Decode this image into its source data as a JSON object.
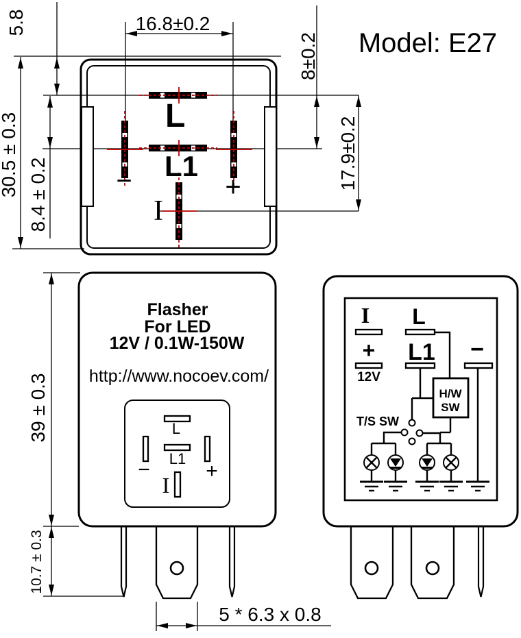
{
  "title": {
    "model": "Model: E27"
  },
  "colors": {
    "ink": "#000000",
    "pin_accent_red": "#c00000",
    "background": "#ffffff"
  },
  "top_view": {
    "pins": {
      "l": "L",
      "l1": "L1",
      "minus": "−",
      "plus": "+",
      "i": "I"
    },
    "dims": {
      "pin_span_width": "16.8±0.2",
      "top_edge_to_l": "5.8",
      "l_to_l1_right": "8±0.2",
      "l_to_i": "17.9±0.2",
      "body_width": "30.5 ± 0.3",
      "l_to_l1_left": "8.4 ± 0.2"
    }
  },
  "front_view": {
    "marking_line1": "Flasher",
    "marking_line2": "For LED",
    "marking_line3": "12V / 0.1W-150W",
    "marking_url": "http://www.nocoev.com/",
    "pins": {
      "l": "L",
      "l1": "L1",
      "minus": "−",
      "plus": "+",
      "i": "I"
    },
    "dims": {
      "body_height": "39 ± 0.3",
      "terminal_length": "10.7 ± 0.3",
      "terminal_spec": "5 * 6.3 x 0.8"
    }
  },
  "circuit_view": {
    "terminals": {
      "i": "I",
      "plus": "+",
      "supply": "12V",
      "l": "L",
      "l1": "L1",
      "minus": "−"
    },
    "hazard_switch_line1": "H/W",
    "hazard_switch_line2": "SW",
    "turn_signal_switch": "T/S SW"
  }
}
